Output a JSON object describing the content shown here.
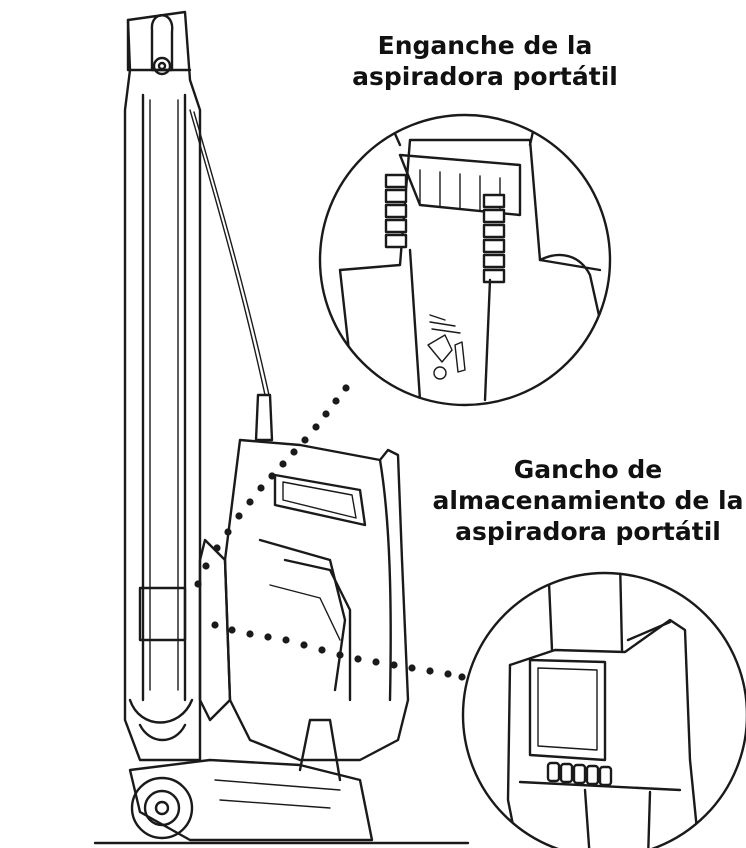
{
  "callouts": {
    "top": {
      "line1": "Enganche de la",
      "line2": "aspiradora portátil"
    },
    "bottom": {
      "line1": "Gancho de",
      "line2": "almacenamiento de la",
      "line3": "aspiradora portátil"
    }
  },
  "colors": {
    "ink": "#1a1a1a",
    "background": "#ffffff"
  },
  "icons": [
    "vacuum-illustration",
    "detail-magnifier-circle"
  ]
}
